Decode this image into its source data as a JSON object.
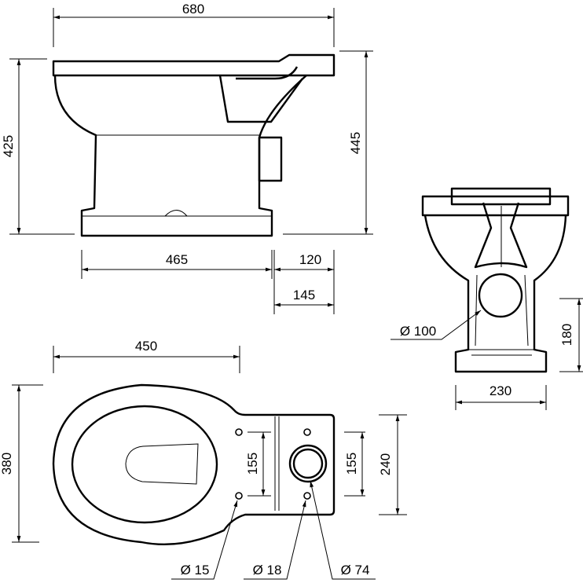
{
  "side_view": {
    "overall_length": "680",
    "height_left": "425",
    "height_right": "445",
    "base_length": "465",
    "outlet_offset": "120",
    "outlet_projection": "145"
  },
  "front_view": {
    "outlet_diameter": "Ø 100",
    "outlet_height": "180",
    "base_width": "230"
  },
  "top_view": {
    "bowl_length": "450",
    "overall_width": "380",
    "hole_spacing_left": "155",
    "hole_spacing_right": "155",
    "tail_width": "240",
    "hole_small": "Ø 15",
    "hole_medium": "Ø 18",
    "cistern_hole": "Ø 74"
  },
  "colors": {
    "line": "#000000",
    "background": "#ffffff"
  }
}
